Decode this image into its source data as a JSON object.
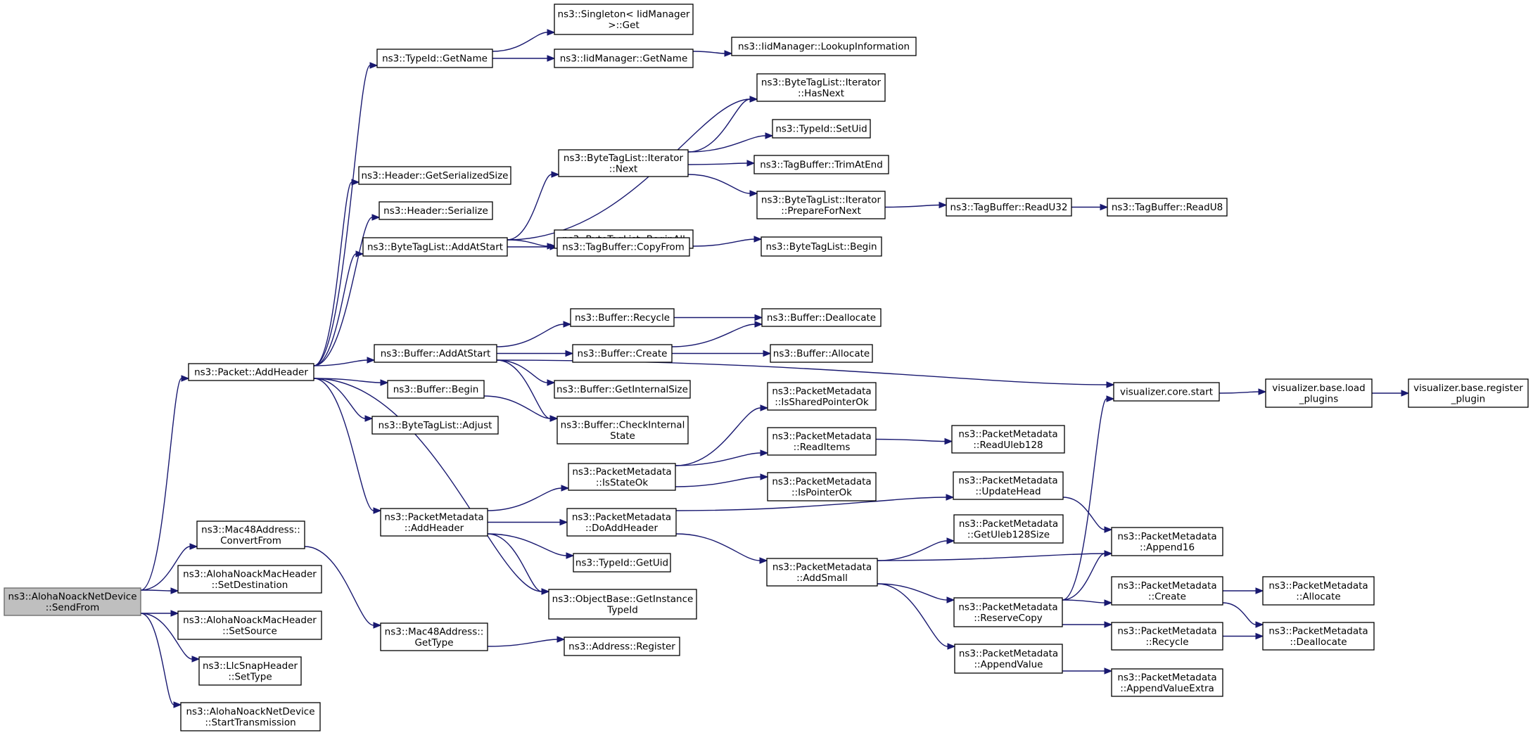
{
  "graph": {
    "nodes": [
      {
        "id": "sendfrom",
        "lines": [
          "ns3::AlohaNoackNetDevice",
          "::SendFrom"
        ],
        "root": true
      },
      {
        "id": "addheader",
        "lines": [
          "ns3::Packet::AddHeader"
        ]
      },
      {
        "id": "convertfrom",
        "lines": [
          "ns3::Mac48Address::",
          "ConvertFrom"
        ]
      },
      {
        "id": "setdest",
        "lines": [
          "ns3::AlohaNoackMacHeader",
          "::SetDestination"
        ]
      },
      {
        "id": "setsource",
        "lines": [
          "ns3::AlohaNoackMacHeader",
          "::SetSource"
        ]
      },
      {
        "id": "settype",
        "lines": [
          "ns3::LlcSnapHeader",
          "::SetType"
        ]
      },
      {
        "id": "starttx",
        "lines": [
          "ns3::AlohaNoackNetDevice",
          "::StartTransmission"
        ]
      },
      {
        "id": "typeid_getname",
        "lines": [
          "ns3::TypeId::GetName"
        ]
      },
      {
        "id": "hdr_getsize",
        "lines": [
          "ns3::Header::GetSerializedSize"
        ]
      },
      {
        "id": "hdr_serialize",
        "lines": [
          "ns3::Header::Serialize"
        ]
      },
      {
        "id": "btl_addatstart",
        "lines": [
          "ns3::ByteTagList::AddAtStart"
        ]
      },
      {
        "id": "buf_addatstart",
        "lines": [
          "ns3::Buffer::AddAtStart"
        ]
      },
      {
        "id": "buf_begin",
        "lines": [
          "ns3::Buffer::Begin"
        ]
      },
      {
        "id": "btl_adjust",
        "lines": [
          "ns3::ByteTagList::Adjust"
        ]
      },
      {
        "id": "pm_addheader",
        "lines": [
          "ns3::PacketMetadata",
          "::AddHeader"
        ]
      },
      {
        "id": "mac_gettype",
        "lines": [
          "ns3::Mac48Address::",
          "GetType"
        ]
      },
      {
        "id": "singleton_get",
        "lines": [
          "ns3::Singleton< IidManager",
          ">::Get"
        ]
      },
      {
        "id": "iid_getname",
        "lines": [
          "ns3::IidManager::GetName"
        ]
      },
      {
        "id": "btl_it_next",
        "lines": [
          "ns3::ByteTagList::Iterator",
          "::Next"
        ]
      },
      {
        "id": "btl_beginall",
        "lines": [
          "ns3::ByteTagList::BeginAll"
        ]
      },
      {
        "id": "tb_copyfrom",
        "lines": [
          "ns3::TagBuffer::CopyFrom"
        ]
      },
      {
        "id": "buf_recycle",
        "lines": [
          "ns3::Buffer::Recycle"
        ]
      },
      {
        "id": "buf_create",
        "lines": [
          "ns3::Buffer::Create"
        ]
      },
      {
        "id": "buf_getinternalsize",
        "lines": [
          "ns3::Buffer::GetInternalSize"
        ]
      },
      {
        "id": "buf_checkinternal",
        "lines": [
          "ns3::Buffer::CheckInternal",
          "State"
        ]
      },
      {
        "id": "pm_isstateok",
        "lines": [
          "ns3::PacketMetadata",
          "::IsStateOk"
        ]
      },
      {
        "id": "pm_doaddheader",
        "lines": [
          "ns3::PacketMetadata",
          "::DoAddHeader"
        ]
      },
      {
        "id": "typeid_getuid",
        "lines": [
          "ns3::TypeId::GetUid"
        ]
      },
      {
        "id": "objbase_getinst",
        "lines": [
          "ns3::ObjectBase::GetInstance",
          "TypeId"
        ]
      },
      {
        "id": "addr_register",
        "lines": [
          "ns3::Address::Register"
        ]
      },
      {
        "id": "iid_lookup",
        "lines": [
          "ns3::IidManager::LookupInformation"
        ]
      },
      {
        "id": "btl_it_hasnext",
        "lines": [
          "ns3::ByteTagList::Iterator",
          "::HasNext"
        ]
      },
      {
        "id": "typeid_setuid",
        "lines": [
          "ns3::TypeId::SetUid"
        ]
      },
      {
        "id": "tb_trimatend",
        "lines": [
          "ns3::TagBuffer::TrimAtEnd"
        ]
      },
      {
        "id": "btl_it_prepare",
        "lines": [
          "ns3::ByteTagList::Iterator",
          "::PrepareForNext"
        ]
      },
      {
        "id": "btl_begin",
        "lines": [
          "ns3::ByteTagList::Begin"
        ]
      },
      {
        "id": "buf_deallocate",
        "lines": [
          "ns3::Buffer::Deallocate"
        ]
      },
      {
        "id": "buf_allocate",
        "lines": [
          "ns3::Buffer::Allocate"
        ]
      },
      {
        "id": "pm_issharedptr",
        "lines": [
          "ns3::PacketMetadata",
          "::IsSharedPointerOk"
        ]
      },
      {
        "id": "pm_readitems",
        "lines": [
          "ns3::PacketMetadata",
          "::ReadItems"
        ]
      },
      {
        "id": "pm_ispointerok",
        "lines": [
          "ns3::PacketMetadata",
          "::IsPointerOk"
        ]
      },
      {
        "id": "pm_addsmall",
        "lines": [
          "ns3::PacketMetadata",
          "::AddSmall"
        ]
      },
      {
        "id": "tb_readu32",
        "lines": [
          "ns3::TagBuffer::ReadU32"
        ]
      },
      {
        "id": "pm_readuleb",
        "lines": [
          "ns3::PacketMetadata",
          "::ReadUleb128"
        ]
      },
      {
        "id": "pm_updatehead",
        "lines": [
          "ns3::PacketMetadata",
          "::UpdateHead"
        ]
      },
      {
        "id": "pm_getulebsize",
        "lines": [
          "ns3::PacketMetadata",
          "::GetUleb128Size"
        ]
      },
      {
        "id": "pm_reservecopy",
        "lines": [
          "ns3::PacketMetadata",
          "::ReserveCopy"
        ]
      },
      {
        "id": "pm_appendvalue",
        "lines": [
          "ns3::PacketMetadata",
          "::AppendValue"
        ]
      },
      {
        "id": "tb_readu8",
        "lines": [
          "ns3::TagBuffer::ReadU8"
        ]
      },
      {
        "id": "vis_core_start",
        "lines": [
          "visualizer.core.start"
        ]
      },
      {
        "id": "pm_append16",
        "lines": [
          "ns3::PacketMetadata",
          "::Append16"
        ]
      },
      {
        "id": "pm_create",
        "lines": [
          "ns3::PacketMetadata",
          "::Create"
        ]
      },
      {
        "id": "pm_recycle",
        "lines": [
          "ns3::PacketMetadata",
          "::Recycle"
        ]
      },
      {
        "id": "pm_appendvalueextra",
        "lines": [
          "ns3::PacketMetadata",
          "::AppendValueExtra"
        ]
      },
      {
        "id": "vis_base_load",
        "lines": [
          "visualizer.base.load",
          "_plugins"
        ]
      },
      {
        "id": "pm_allocate",
        "lines": [
          "ns3::PacketMetadata",
          "::Allocate"
        ]
      },
      {
        "id": "pm_deallocate",
        "lines": [
          "ns3::PacketMetadata",
          "::Deallocate"
        ]
      },
      {
        "id": "vis_base_register",
        "lines": [
          "visualizer.base.register",
          "_plugin"
        ]
      }
    ],
    "edges": [
      [
        "sendfrom",
        "addheader"
      ],
      [
        "sendfrom",
        "convertfrom"
      ],
      [
        "sendfrom",
        "setdest"
      ],
      [
        "sendfrom",
        "setsource"
      ],
      [
        "sendfrom",
        "settype"
      ],
      [
        "sendfrom",
        "starttx"
      ],
      [
        "addheader",
        "typeid_getname"
      ],
      [
        "addheader",
        "hdr_getsize"
      ],
      [
        "addheader",
        "hdr_serialize"
      ],
      [
        "addheader",
        "btl_addatstart"
      ],
      [
        "addheader",
        "buf_addatstart"
      ],
      [
        "addheader",
        "buf_begin"
      ],
      [
        "addheader",
        "btl_adjust"
      ],
      [
        "addheader",
        "pm_addheader"
      ],
      [
        "addheader",
        "objbase_getinst"
      ],
      [
        "convertfrom",
        "mac_gettype"
      ],
      [
        "mac_gettype",
        "addr_register"
      ],
      [
        "typeid_getname",
        "singleton_get"
      ],
      [
        "typeid_getname",
        "iid_getname"
      ],
      [
        "iid_getname",
        "iid_lookup"
      ],
      [
        "btl_addatstart",
        "btl_it_hasnext"
      ],
      [
        "btl_addatstart",
        "btl_it_next"
      ],
      [
        "btl_addatstart",
        "btl_beginall"
      ],
      [
        "btl_addatstart",
        "tb_copyfrom"
      ],
      [
        "btl_it_next",
        "btl_it_hasnext"
      ],
      [
        "btl_it_next",
        "typeid_setuid"
      ],
      [
        "btl_it_next",
        "tb_trimatend"
      ],
      [
        "btl_it_next",
        "btl_it_prepare"
      ],
      [
        "btl_it_prepare",
        "tb_readu32"
      ],
      [
        "tb_readu32",
        "tb_readu8"
      ],
      [
        "btl_beginall",
        "btl_begin"
      ],
      [
        "buf_addatstart",
        "vis_core_start"
      ],
      [
        "buf_addatstart",
        "buf_recycle"
      ],
      [
        "buf_addatstart",
        "buf_create"
      ],
      [
        "buf_addatstart",
        "buf_getinternalsize"
      ],
      [
        "buf_addatstart",
        "buf_checkinternal"
      ],
      [
        "buf_recycle",
        "buf_deallocate"
      ],
      [
        "buf_create",
        "buf_deallocate"
      ],
      [
        "buf_create",
        "buf_allocate"
      ],
      [
        "buf_begin",
        "buf_checkinternal"
      ],
      [
        "vis_core_start",
        "vis_base_load"
      ],
      [
        "vis_base_load",
        "vis_base_register"
      ],
      [
        "pm_addheader",
        "pm_isstateok"
      ],
      [
        "pm_addheader",
        "pm_doaddheader"
      ],
      [
        "pm_addheader",
        "typeid_getuid"
      ],
      [
        "pm_addheader",
        "objbase_getinst"
      ],
      [
        "pm_isstateok",
        "pm_issharedptr"
      ],
      [
        "pm_isstateok",
        "pm_readitems"
      ],
      [
        "pm_isstateok",
        "pm_ispointerok"
      ],
      [
        "pm_readitems",
        "pm_readuleb"
      ],
      [
        "pm_doaddheader",
        "pm_updatehead"
      ],
      [
        "pm_doaddheader",
        "pm_addsmall"
      ],
      [
        "pm_updatehead",
        "pm_append16"
      ],
      [
        "pm_addsmall",
        "pm_getulebsize"
      ],
      [
        "pm_addsmall",
        "pm_append16"
      ],
      [
        "pm_addsmall",
        "pm_reservecopy"
      ],
      [
        "pm_addsmall",
        "pm_appendvalue"
      ],
      [
        "pm_reservecopy",
        "vis_core_start"
      ],
      [
        "pm_reservecopy",
        "pm_append16"
      ],
      [
        "pm_reservecopy",
        "pm_create"
      ],
      [
        "pm_reservecopy",
        "pm_recycle"
      ],
      [
        "pm_appendvalue",
        "pm_appendvalueextra"
      ],
      [
        "pm_create",
        "pm_allocate"
      ],
      [
        "pm_create",
        "pm_deallocate"
      ],
      [
        "pm_recycle",
        "pm_deallocate"
      ]
    ]
  }
}
